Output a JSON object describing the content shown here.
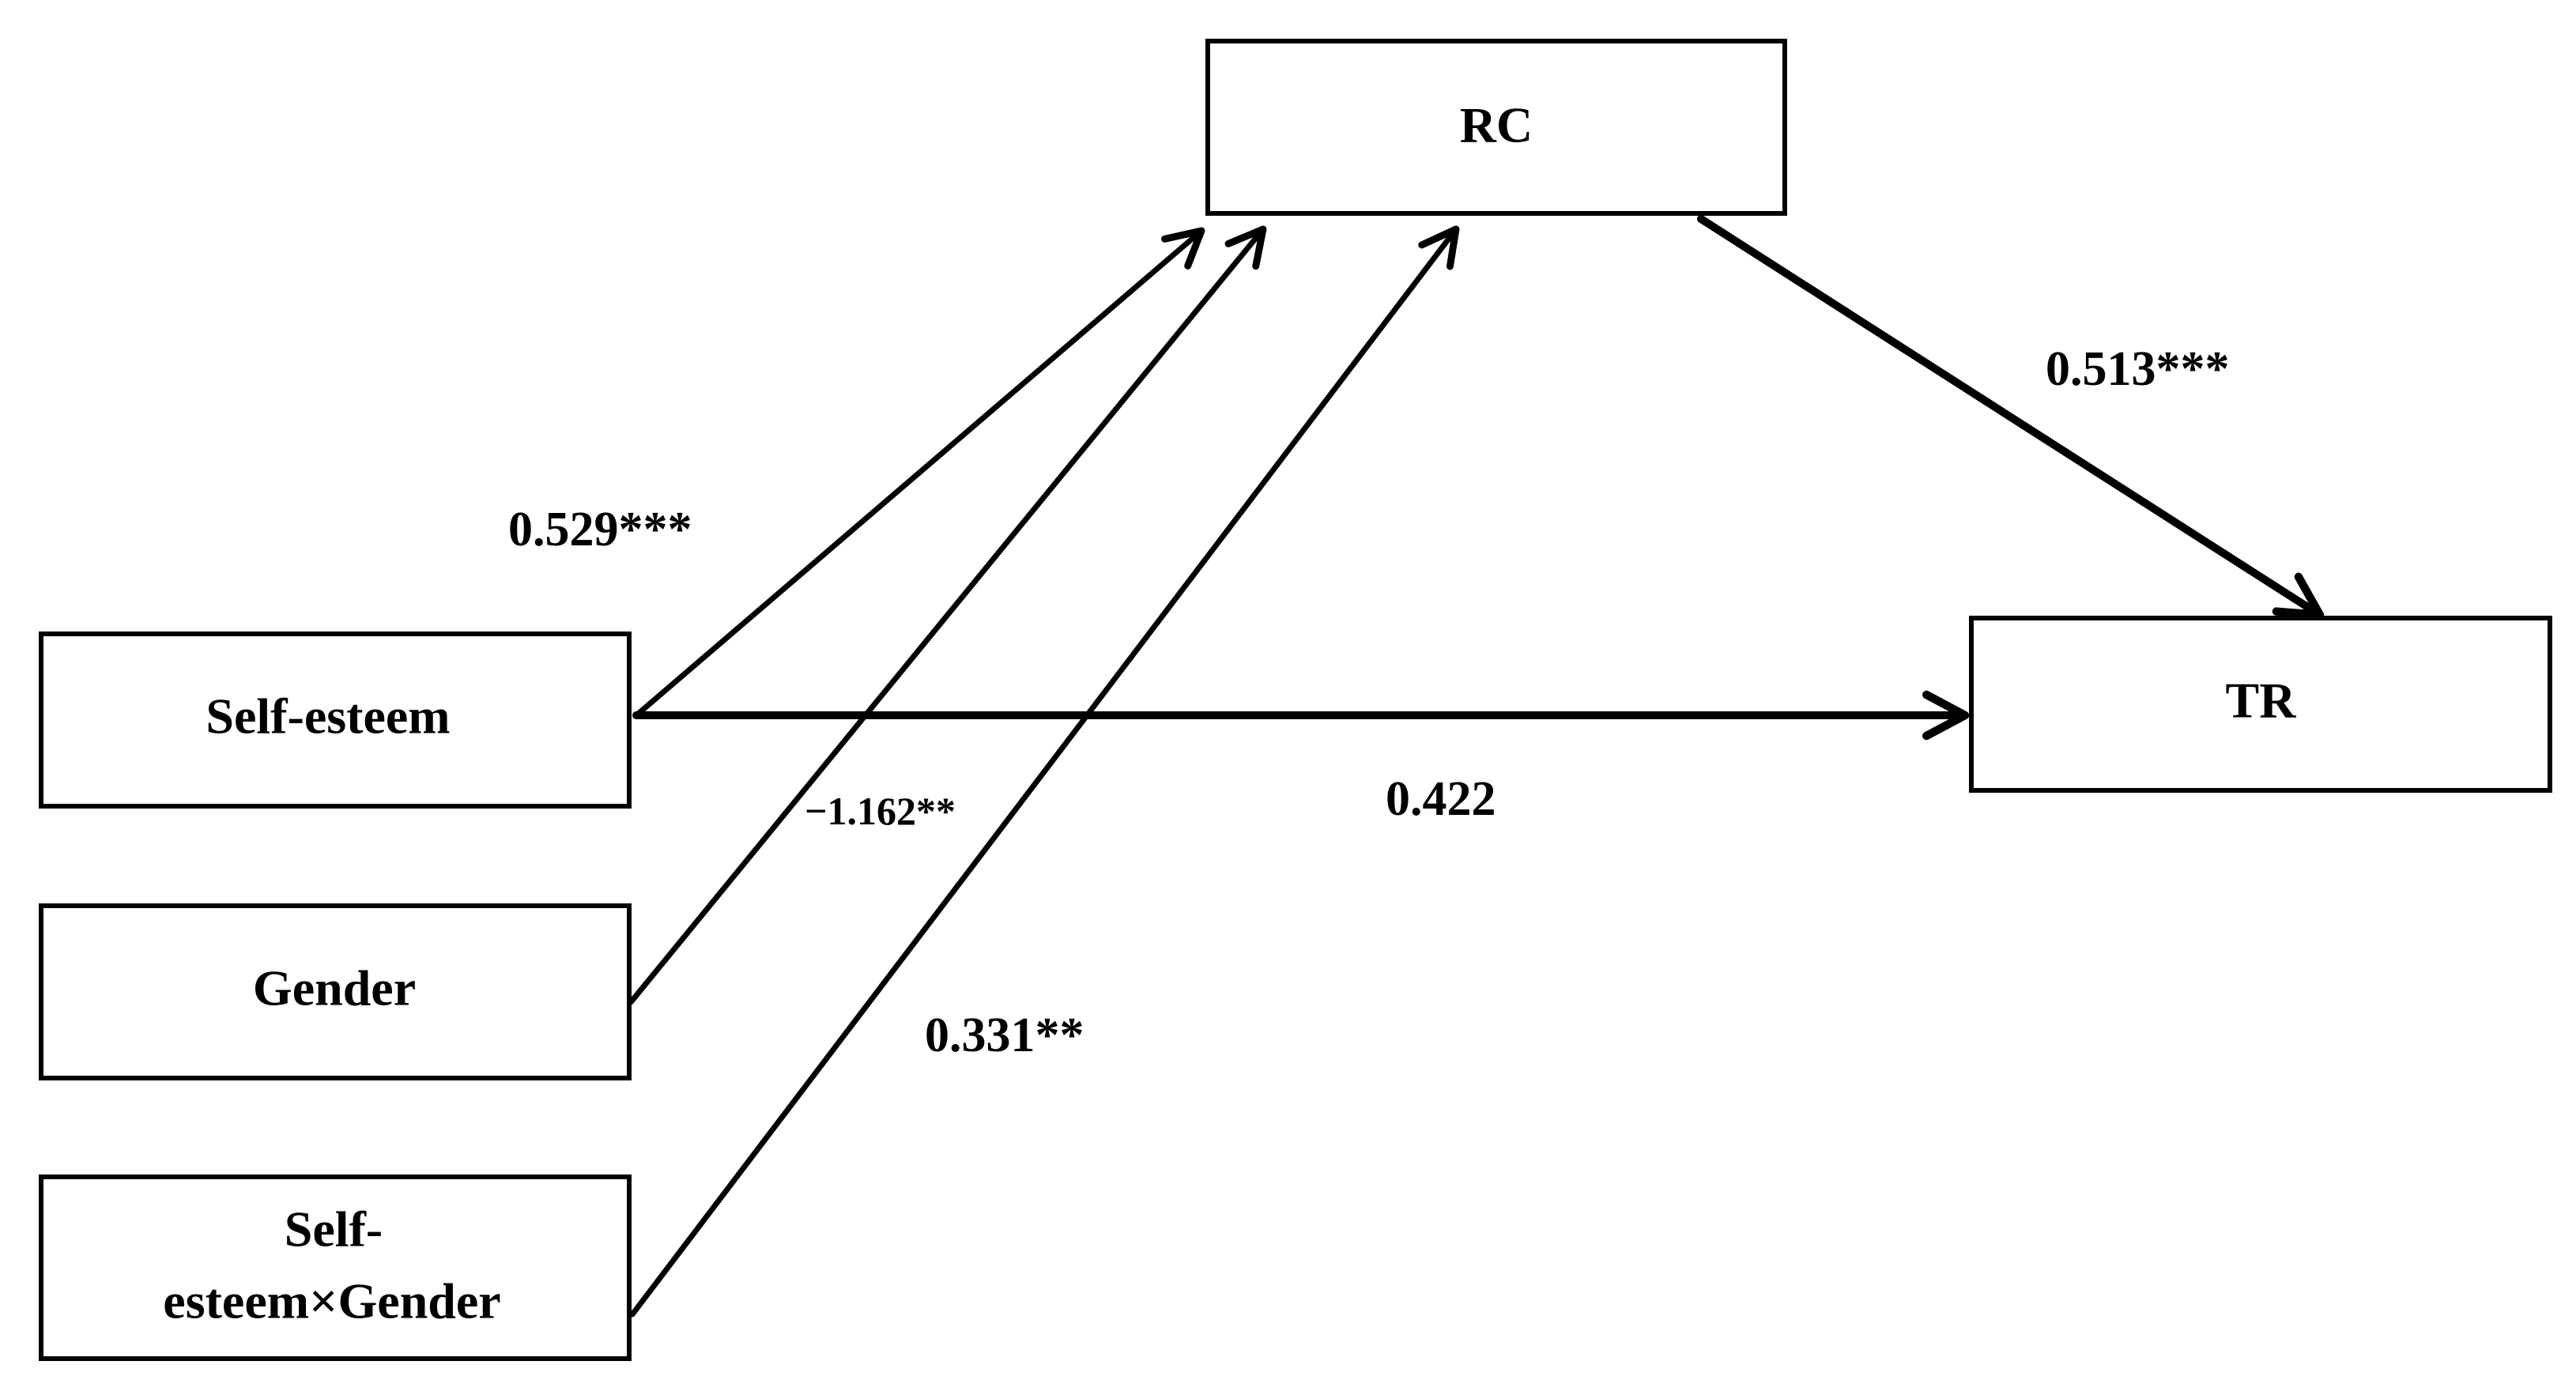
{
  "nodes": {
    "rc": "RC",
    "tr": "TR",
    "self_esteem": "Self-esteem",
    "gender": "Gender",
    "interaction_line1": "Self-",
    "interaction_line2": "esteem×Gender"
  },
  "paths": {
    "self_esteem_to_rc": "0.529***",
    "gender_to_rc": "−1.162**",
    "interaction_to_rc": "0.331**",
    "rc_to_tr": "0.513***",
    "self_esteem_to_tr": "0.422"
  }
}
